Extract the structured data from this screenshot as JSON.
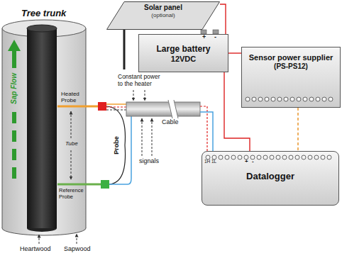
{
  "diagram": {
    "nodes": [
      {
        "text": [
          "Solar panel",
          "(optional)"
        ]
      },
      {
        "text": [
          "Large battery",
          "12VDC"
        ]
      },
      {
        "text": [
          "Sensor power supplier",
          "(PS-PS12)"
        ]
      },
      {
        "text": [
          "Datalogger"
        ]
      }
    ],
    "edges": [
      {
        "from": 0,
        "to": 1,
        "arrow": "none"
      },
      {
        "from": 1,
        "to": 2,
        "arrow": "none"
      },
      {
        "from": 1,
        "to": 3,
        "arrow": "none"
      },
      {
        "from": 2,
        "to": 3,
        "arrow": "none"
      }
    ],
    "labels": [
      "Tree trunk",
      "Sap Flow",
      "Heated Probe",
      "Tube",
      "Reference Probe",
      "Probe",
      "Constant power to the heater",
      "Cable",
      "signals",
      "Heartwood",
      "Sapwood",
      "+",
      "-",
      "+",
      "-",
      "1H",
      "1L"
    ]
  }
}
